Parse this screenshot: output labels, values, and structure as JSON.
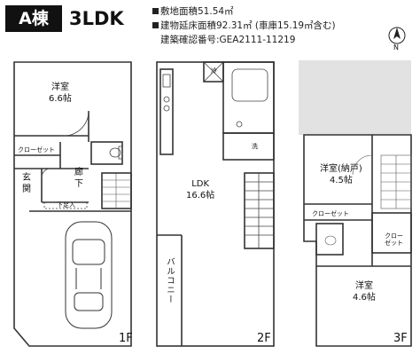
{
  "header": {
    "building": "A棟",
    "layout": "3LDK"
  },
  "info": {
    "land_area": "敷地面積51.54㎡",
    "floor_area": "建物延床面積92.31㎡ (車庫15.19㎡含む)",
    "permit": "建築確認番号:GEA2111-11219"
  },
  "compass": {
    "label": "N"
  },
  "floors": {
    "f1": {
      "label": "1F",
      "room_name": "洋室",
      "room_size": "6.6帖",
      "closet": "クローゼット",
      "entrance_1": "玄",
      "entrance_2": "関",
      "hall_1": "廊",
      "hall_2": "下",
      "shoe_box": "下足入"
    },
    "f2": {
      "label": "2F",
      "ldk_name": "LDK",
      "ldk_size": "16.6帖",
      "balcony": "バルコニー",
      "wash": "洗",
      "fridge": "冷"
    },
    "f3": {
      "label": "3F",
      "room1_name": "洋室(納戸)",
      "room1_size": "4.5帖",
      "closet": "クローゼット",
      "closet2_1": "クロー",
      "closet2_2": "ゼット",
      "room2_name": "洋室",
      "room2_size": "4.6帖"
    }
  }
}
